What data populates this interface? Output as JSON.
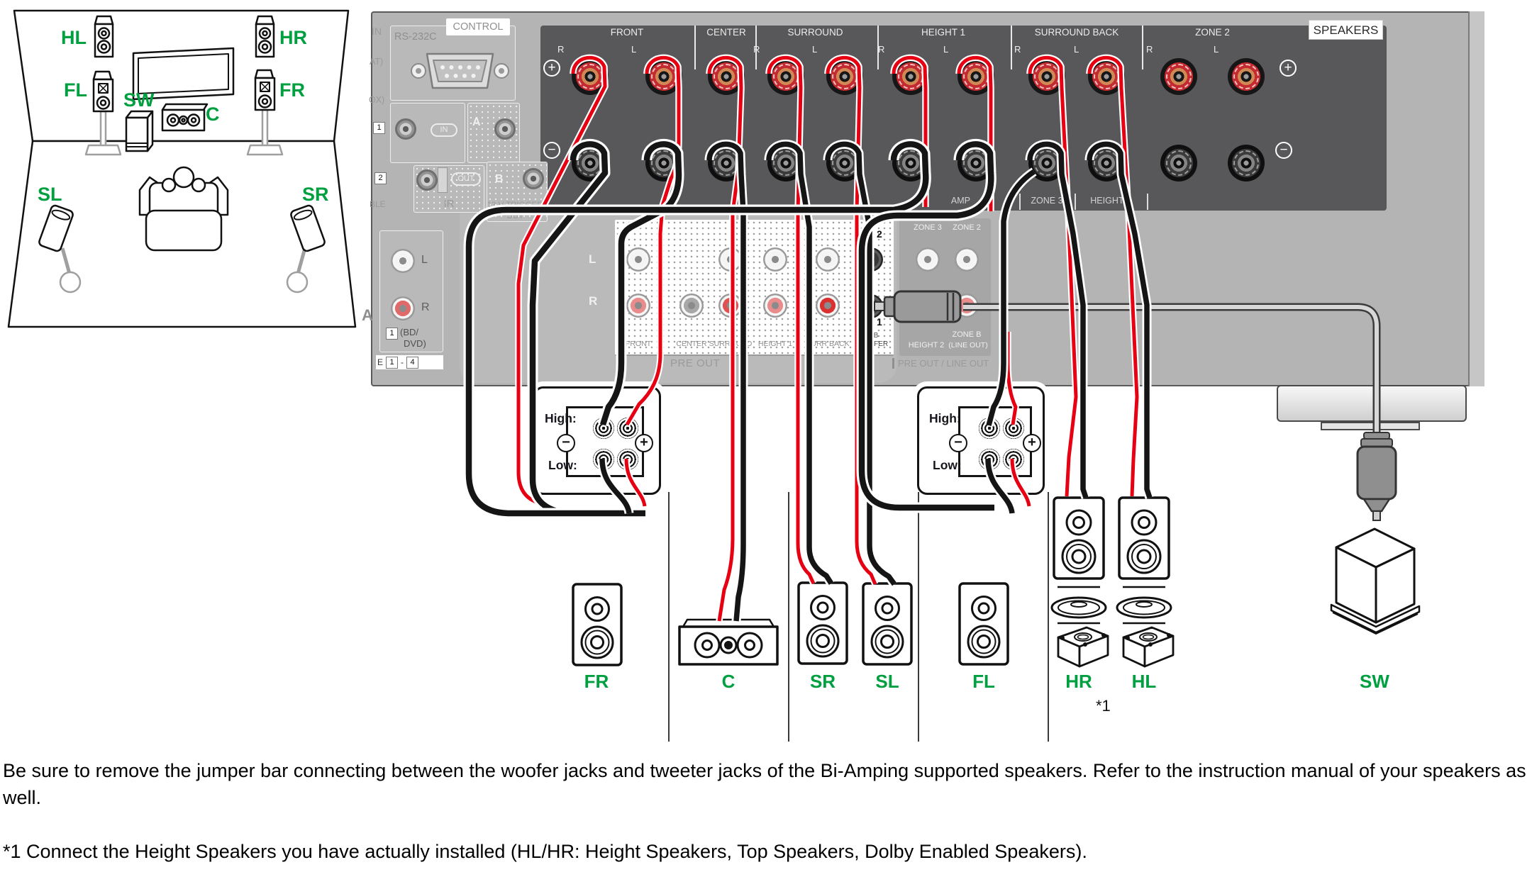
{
  "room": {
    "hl": "HL",
    "hr": "HR",
    "fl": "FL",
    "fr": "FR",
    "sw": "SW",
    "c": "C",
    "sl": "SL",
    "sr": "SR"
  },
  "receiver": {
    "left_fragments": [
      {
        "t": "IN"
      },
      {
        "t": "AT)"
      },
      {
        "t": "OX)"
      },
      {
        "t": "1",
        "boxed": true
      },
      {
        "t": "2",
        "boxed": true
      },
      {
        "t": "BLE"
      },
      {
        "t": "A"
      }
    ],
    "control_title": "CONTROL",
    "rs232c": "RS-232C",
    "in_oval": "IN",
    "a_label": "A",
    "ir_out": "OUT",
    "ir_label": "IR",
    "b_label": "B",
    "trigger_line1": "12 V TRIGGER",
    "trigger_line2": "OUT",
    "analog": {
      "l": "L",
      "r": "R",
      "num": "1",
      "bd1": "(BD/",
      "bd2": "DVD)",
      "rangePrefix": "E",
      "range1": "1",
      "rangeDash": "-",
      "range2": "4"
    },
    "panel": {
      "title": "SPEAKERS",
      "plus": "+",
      "minus": "−",
      "groups": [
        {
          "label": "FRONT",
          "terminals": [
            "R",
            "L"
          ]
        },
        {
          "label": "CENTER",
          "terminals": [
            ""
          ]
        },
        {
          "label": "SURROUND",
          "terminals": [
            "R",
            "L"
          ]
        },
        {
          "label": "HEIGHT 1",
          "terminals": [
            "R",
            "L"
          ]
        },
        {
          "label": "SURROUND BACK",
          "terminals": [
            "R",
            "L"
          ]
        },
        {
          "label": "ZONE 2",
          "terminals": [
            "R",
            "L"
          ]
        }
      ],
      "bottom_labels": [
        "AMP",
        "ZONE 3",
        "HEIGHT 2"
      ]
    },
    "preout": {
      "row_l": "L",
      "row_r": "R",
      "columns": [
        "FRONT",
        "CENTER",
        "SURROUND",
        "HEIGHT 1",
        "SURR BACK"
      ],
      "sub_line1": "SUB",
      "sub_line2": "-WOOFER",
      "sub2": "2",
      "sub1": "1",
      "label": "PRE OUT",
      "zone3": "ZONE 3",
      "zone2": "ZONE 2",
      "zone_b": "ZONE B",
      "height2": "HEIGHT 2",
      "line_out": "(LINE OUT)",
      "label2": "PRE OUT / LINE OUT"
    },
    "biamp": {
      "high": "High:",
      "low": "Low:",
      "plus": "+",
      "minus": "−"
    }
  },
  "speakers": {
    "labels": [
      {
        "text": "FR"
      },
      {
        "text": "C"
      },
      {
        "text": "SR"
      },
      {
        "text": "SL"
      },
      {
        "text": "FL"
      },
      {
        "text": "HR"
      },
      {
        "text": "HL"
      },
      {
        "text": "SW"
      }
    ],
    "note": "*1"
  },
  "footer": {
    "para1": "Be sure to remove the jumper bar connecting between the woofer jacks and tweeter jacks of the Bi-Amping supported speakers. Refer to the instruction manual of your speakers as well.",
    "para2": "*1 Connect the Height Speakers you have actually installed (HL/HR: Height Speakers, Top Speakers, Dolby Enabled Speakers)."
  },
  "colors": {
    "green": "#00A040",
    "wire_red": "#E60012",
    "wire_black": "#151515",
    "panel_dark": "#58585A"
  }
}
